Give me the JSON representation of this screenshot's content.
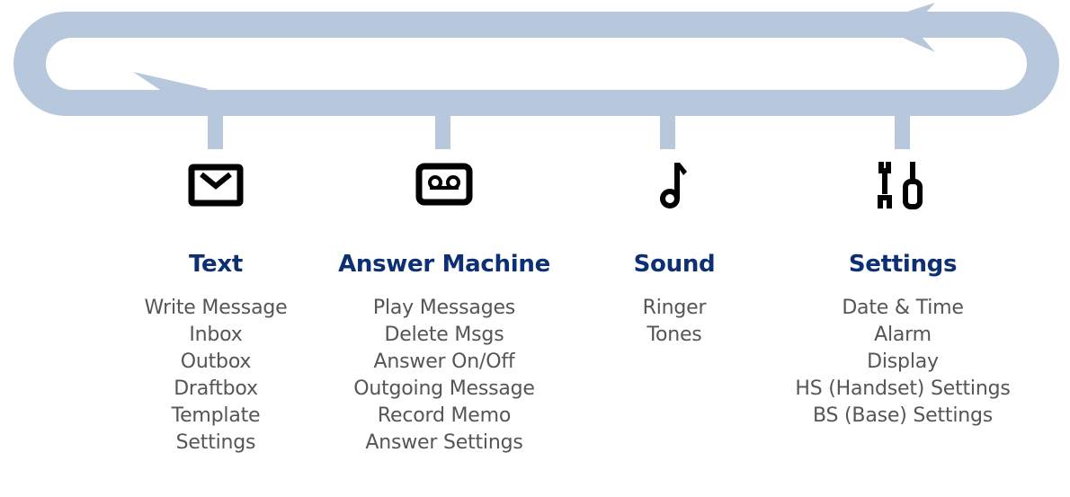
{
  "colors": {
    "loop": "#b7c8dc",
    "title": "#0d2f73",
    "item": "#555555",
    "icon": "#000000"
  },
  "menus": [
    {
      "icon": "envelope-icon",
      "title": "Text",
      "items": [
        "Write Message",
        "Inbox",
        "Outbox",
        "Draftbox",
        "Template",
        "Settings"
      ]
    },
    {
      "icon": "cassette-tape-icon",
      "title": "Answer Machine",
      "items": [
        "Play Messages",
        "Delete Msgs",
        "Answer On/Off",
        "Outgoing Message",
        "Record Memo",
        "Answer Settings"
      ]
    },
    {
      "icon": "music-note-icon",
      "title": "Sound",
      "items": [
        "Ringer",
        "Tones"
      ]
    },
    {
      "icon": "wrench-screwdriver-icon",
      "title": "Settings",
      "items": [
        "Date & Time",
        "Alarm",
        "Display",
        "HS (Handset) Settings",
        "BS (Base) Settings"
      ]
    }
  ]
}
